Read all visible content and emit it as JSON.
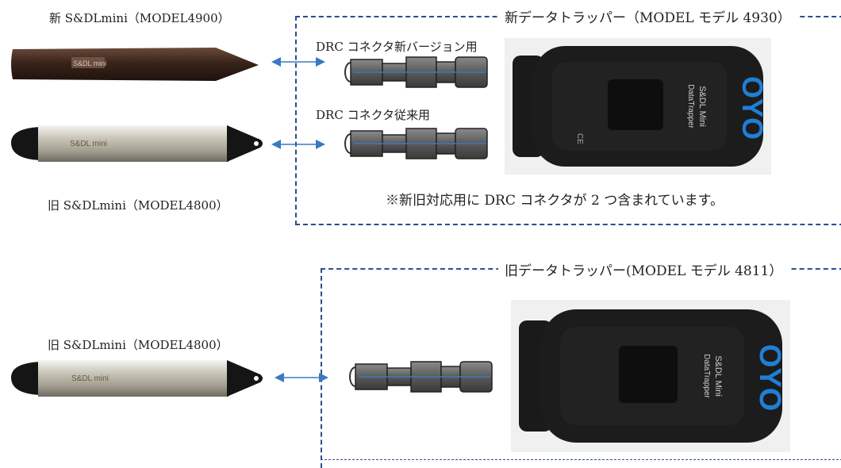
{
  "top": {
    "new_sensor_label": "新 S&DLmini（MODEL4900）",
    "old_sensor_label": "旧 S&DLmini（MODEL4800）",
    "box_title": "新データトラッパー（MODEL モデル 4930）",
    "drc_new_label": "DRC コネクタ新バージョン用",
    "drc_old_label": "DRC コネクタ従来用",
    "note": "※新旧対応用に DRC コネクタが 2 つ含まれています。"
  },
  "bottom": {
    "old_sensor_label": "旧 S&DLmini（MODEL4800）",
    "box_title": "旧データトラッパー(MODEL モデル 4811）"
  },
  "device": {
    "brand": "OYO",
    "model_text": "S&DL Mini",
    "sub_text": "DataTrapper"
  },
  "sensor_marks": {
    "new": "S&DL mini",
    "old": "S&DL mini"
  },
  "colors": {
    "frame": "#2b4d8c",
    "arrow": "#3a78c2",
    "device_blue": "#1f7fd6"
  }
}
